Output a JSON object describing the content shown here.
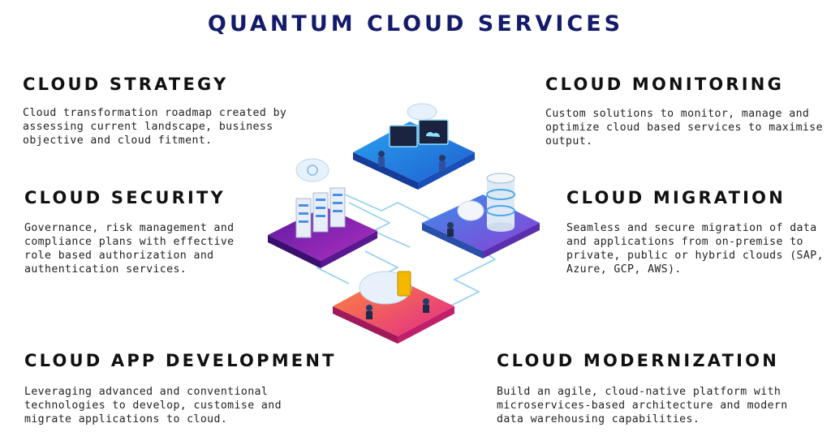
{
  "title": "QUANTUM CLOUD SERVICES",
  "services": {
    "strategy": {
      "heading": "CLOUD STRATEGY",
      "description": "Cloud transformation roadmap created by assessing current landscape, business objective and cloud fitment."
    },
    "security": {
      "heading": "CLOUD SECURITY",
      "description": "Governance, risk management and compliance plans with effective role based authorization and authentication services."
    },
    "app_development": {
      "heading": "CLOUD APP DEVELOPMENT",
      "description": "Leveraging advanced and conventional technologies to develop, customise and migrate applications to cloud."
    },
    "monitoring": {
      "heading": "CLOUD MONITORING",
      "description": "Custom solutions to monitor, manage and optimize cloud based services to maximise output."
    },
    "migration": {
      "heading": "CLOUD MIGRATION",
      "description": "Seamless and secure migration of data and applications from on-premise to private, public or hybrid clouds (SAP, Azure, GCP, AWS)."
    },
    "modernization": {
      "heading": "CLOUD MODERNIZATION",
      "description": "Build an agile, cloud-native platform with microservices-based architecture and modern data warehousing capabilities."
    }
  },
  "colors": {
    "title": "#141b6b",
    "platform_top": "#1f6fd6",
    "platform_left": "#7a1fb0",
    "platform_right": "#3a7ee0",
    "platform_bottom": "#e0407a"
  }
}
